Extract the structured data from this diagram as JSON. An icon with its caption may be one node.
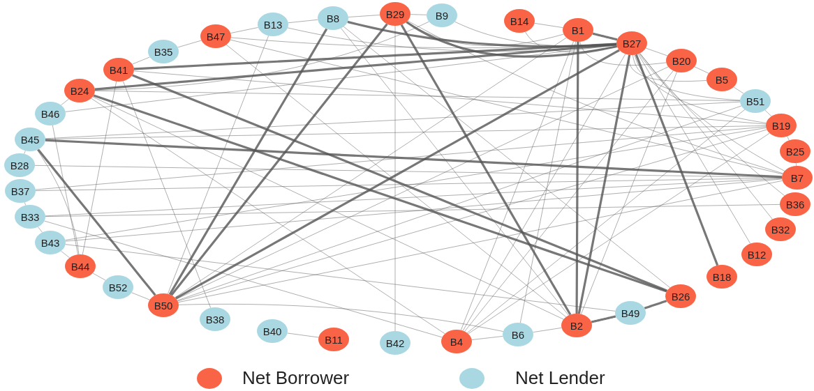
{
  "diagram": {
    "nodes": [
      {
        "text": [
          "B29"
        ]
      },
      {
        "text": [
          "B9"
        ]
      },
      {
        "text": [
          "B14"
        ]
      },
      {
        "text": [
          "B1"
        ]
      },
      {
        "text": [
          "B27"
        ]
      },
      {
        "text": [
          "B20"
        ]
      },
      {
        "text": [
          "B5"
        ]
      },
      {
        "text": [
          "B51"
        ]
      },
      {
        "text": [
          "B19"
        ]
      },
      {
        "text": [
          "B25"
        ]
      },
      {
        "text": [
          "B7"
        ]
      },
      {
        "text": [
          "B36"
        ]
      },
      {
        "text": [
          "B32"
        ]
      },
      {
        "text": [
          "B12"
        ]
      },
      {
        "text": [
          "B18"
        ]
      },
      {
        "text": [
          "B26"
        ]
      },
      {
        "text": [
          "B49"
        ]
      },
      {
        "text": [
          "B2"
        ]
      },
      {
        "text": [
          "B6"
        ]
      },
      {
        "text": [
          "B4"
        ]
      },
      {
        "text": [
          "B42"
        ]
      },
      {
        "text": [
          "B11"
        ]
      },
      {
        "text": [
          "B40"
        ]
      },
      {
        "text": [
          "B38"
        ]
      },
      {
        "text": [
          "B50"
        ]
      },
      {
        "text": [
          "B52"
        ]
      },
      {
        "text": [
          "B44"
        ]
      },
      {
        "text": [
          "B43"
        ]
      },
      {
        "text": [
          "B33"
        ]
      },
      {
        "text": [
          "B37"
        ]
      },
      {
        "text": [
          "B28"
        ]
      },
      {
        "text": [
          "B45"
        ]
      },
      {
        "text": [
          "B46"
        ]
      },
      {
        "text": [
          "B24"
        ]
      },
      {
        "text": [
          "B41"
        ]
      },
      {
        "text": [
          "B35"
        ]
      },
      {
        "text": [
          "B47"
        ]
      },
      {
        "text": [
          "B13"
        ]
      },
      {
        "text": [
          "B8"
        ]
      }
    ],
    "edges": [
      {
        "from": 34,
        "to": 4,
        "arrow": "none",
        "style": "thick"
      },
      {
        "from": 33,
        "to": 4,
        "arrow": "none",
        "style": "thick"
      },
      {
        "from": 24,
        "to": 4,
        "arrow": "none",
        "style": "thick"
      },
      {
        "from": 4,
        "to": 17,
        "arrow": "none",
        "style": "thick"
      },
      {
        "from": 31,
        "to": 24,
        "arrow": "none",
        "style": "thick"
      },
      {
        "from": 31,
        "to": 10,
        "arrow": "none",
        "style": "thick"
      },
      {
        "from": 34,
        "to": 15,
        "arrow": "none",
        "style": "thick"
      },
      {
        "from": 33,
        "to": 15,
        "arrow": "none",
        "style": "thick"
      },
      {
        "from": 33,
        "to": 17,
        "arrow": "none"
      },
      {
        "from": 17,
        "to": 16,
        "arrow": "none",
        "style": "thick"
      },
      {
        "from": 16,
        "to": 15,
        "arrow": "none",
        "style": "thick"
      },
      {
        "from": 19,
        "to": 18,
        "arrow": "none"
      },
      {
        "from": 18,
        "to": 17,
        "arrow": "none"
      },
      {
        "from": 22,
        "to": 21,
        "arrow": "none"
      },
      {
        "from": 38,
        "to": 4,
        "arrow": "none",
        "style": "thick"
      },
      {
        "from": 0,
        "to": 4,
        "arrow": "none",
        "style": "thick"
      },
      {
        "from": 37,
        "to": 4,
        "arrow": "none"
      },
      {
        "from": 36,
        "to": 4,
        "arrow": "none"
      },
      {
        "from": 3,
        "to": 4,
        "arrow": "none",
        "style": "thick"
      },
      {
        "from": 2,
        "to": 4,
        "arrow": "none"
      },
      {
        "from": 1,
        "to": 4,
        "arrow": "none"
      },
      {
        "from": 38,
        "to": 0,
        "arrow": "none"
      },
      {
        "from": 37,
        "to": 38,
        "arrow": "none"
      },
      {
        "from": 36,
        "to": 37,
        "arrow": "none"
      },
      {
        "from": 35,
        "to": 36,
        "arrow": "none"
      },
      {
        "from": 34,
        "to": 35,
        "arrow": "none"
      },
      {
        "from": 38,
        "to": 24,
        "arrow": "none",
        "style": "thick"
      },
      {
        "from": 0,
        "to": 24,
        "arrow": "none",
        "style": "thick"
      },
      {
        "from": 3,
        "to": 24,
        "arrow": "none"
      },
      {
        "from": 37,
        "to": 24,
        "arrow": "none"
      },
      {
        "from": 0,
        "to": 17,
        "arrow": "none",
        "style": "thick"
      },
      {
        "from": 38,
        "to": 17,
        "arrow": "none"
      },
      {
        "from": 3,
        "to": 17,
        "arrow": "none",
        "style": "thick"
      },
      {
        "from": 3,
        "to": 19,
        "arrow": "none"
      },
      {
        "from": 4,
        "to": 19,
        "arrow": "none"
      },
      {
        "from": 4,
        "to": 14,
        "arrow": "none",
        "style": "thick"
      },
      {
        "from": 4,
        "to": 5,
        "arrow": "none"
      },
      {
        "from": 4,
        "to": 6,
        "arrow": "none"
      },
      {
        "from": 4,
        "to": 7,
        "arrow": "none"
      },
      {
        "from": 4,
        "to": 8,
        "arrow": "none"
      },
      {
        "from": 4,
        "to": 10,
        "arrow": "none"
      },
      {
        "from": 4,
        "to": 11,
        "arrow": "none"
      },
      {
        "from": 4,
        "to": 12,
        "arrow": "none"
      },
      {
        "from": 4,
        "to": 13,
        "arrow": "none"
      },
      {
        "from": 36,
        "to": 17,
        "arrow": "none"
      },
      {
        "from": 34,
        "to": 26,
        "arrow": "none"
      },
      {
        "from": 31,
        "to": 26,
        "arrow": "none"
      },
      {
        "from": 27,
        "to": 26,
        "arrow": "none"
      },
      {
        "from": 26,
        "to": 25,
        "arrow": "none"
      },
      {
        "from": 25,
        "to": 24,
        "arrow": "none"
      },
      {
        "from": 34,
        "to": 23,
        "arrow": "none"
      },
      {
        "from": 0,
        "to": 20,
        "arrow": "none"
      },
      {
        "from": 7,
        "to": 19,
        "arrow": "none"
      },
      {
        "from": 8,
        "to": 19,
        "arrow": "none"
      },
      {
        "from": 5,
        "to": 19,
        "arrow": "none"
      },
      {
        "from": 33,
        "to": 19,
        "arrow": "none"
      },
      {
        "from": 5,
        "to": 17,
        "arrow": "none"
      },
      {
        "from": 3,
        "to": 18,
        "arrow": "none"
      },
      {
        "from": 7,
        "to": 24,
        "arrow": "none"
      },
      {
        "from": 8,
        "to": 24,
        "arrow": "none"
      },
      {
        "from": 10,
        "to": 24,
        "arrow": "none"
      },
      {
        "from": 5,
        "to": 24,
        "arrow": "none"
      },
      {
        "from": 31,
        "to": 8,
        "arrow": "none"
      },
      {
        "from": 31,
        "to": 7,
        "arrow": "none"
      },
      {
        "from": 29,
        "to": 10,
        "arrow": "none"
      },
      {
        "from": 29,
        "to": 8,
        "arrow": "none"
      },
      {
        "from": 28,
        "to": 11,
        "arrow": "none"
      },
      {
        "from": 28,
        "to": 10,
        "arrow": "none"
      },
      {
        "from": 27,
        "to": 10,
        "arrow": "none"
      },
      {
        "from": 27,
        "to": 8,
        "arrow": "none"
      },
      {
        "from": 30,
        "to": 10,
        "arrow": "none"
      },
      {
        "from": 24,
        "to": 18,
        "arrow": "none"
      },
      {
        "from": 0,
        "to": 1,
        "arrow": "none"
      },
      {
        "from": 0,
        "to": 3,
        "arrow": "none"
      },
      {
        "from": 3,
        "to": 5,
        "arrow": "none"
      },
      {
        "from": 5,
        "to": 6,
        "arrow": "none"
      },
      {
        "from": 6,
        "to": 7,
        "arrow": "none"
      },
      {
        "from": 7,
        "to": 8,
        "arrow": "none"
      },
      {
        "from": 8,
        "to": 9,
        "arrow": "none"
      },
      {
        "from": 9,
        "to": 10,
        "arrow": "none"
      },
      {
        "from": 34,
        "to": 8,
        "arrow": "none"
      },
      {
        "from": 33,
        "to": 7,
        "arrow": "none"
      },
      {
        "from": 36,
        "to": 10,
        "arrow": "none"
      },
      {
        "from": 0,
        "to": 10,
        "arrow": "none"
      },
      {
        "from": 38,
        "to": 15,
        "arrow": "none"
      },
      {
        "from": 1,
        "to": 33,
        "arrow": "none"
      },
      {
        "from": 32,
        "to": 4,
        "arrow": "none"
      },
      {
        "from": 32,
        "to": 26,
        "arrow": "none"
      },
      {
        "from": 28,
        "to": 27,
        "arrow": "none"
      },
      {
        "from": 29,
        "to": 28,
        "arrow": "none"
      },
      {
        "from": 31,
        "to": 30,
        "arrow": "none"
      },
      {
        "from": 33,
        "to": 32,
        "arrow": "none"
      },
      {
        "from": 2,
        "to": 3,
        "arrow": "none"
      },
      {
        "from": 27,
        "to": 16,
        "arrow": "none"
      },
      {
        "from": 28,
        "to": 19,
        "arrow": "none"
      }
    ],
    "legend": [
      {
        "text": "Net Borrower",
        "color": "#fa6446"
      },
      {
        "text": "Net Lender",
        "color": "#a9d8e3"
      }
    ]
  }
}
